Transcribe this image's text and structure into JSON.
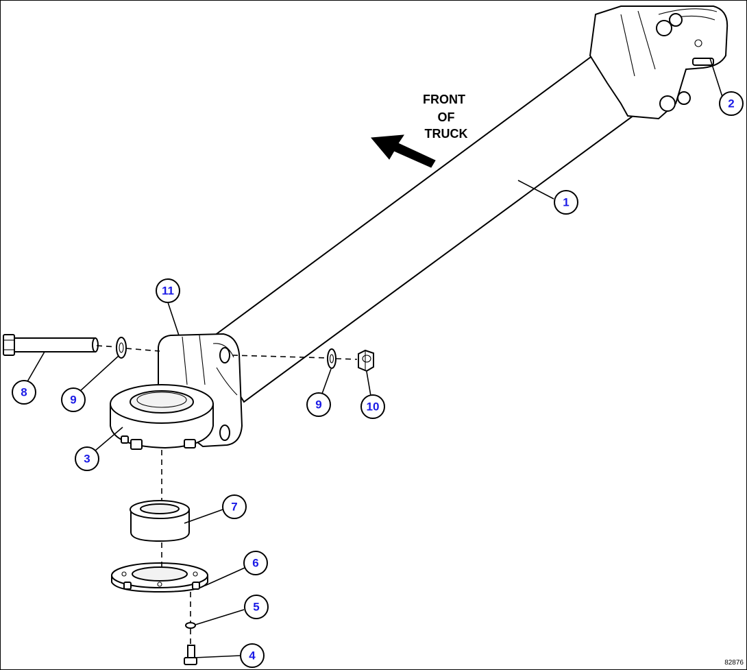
{
  "direction_label": {
    "line1": "FRONT",
    "line2": "OF",
    "line3": "TRUCK"
  },
  "figure_code": "82876",
  "callouts": [
    {
      "id": "c1",
      "label": "1"
    },
    {
      "id": "c2",
      "label": "2"
    },
    {
      "id": "c3",
      "label": "3"
    },
    {
      "id": "c4",
      "label": "4"
    },
    {
      "id": "c5",
      "label": "5"
    },
    {
      "id": "c6",
      "label": "6"
    },
    {
      "id": "c7",
      "label": "7"
    },
    {
      "id": "c8",
      "label": "8"
    },
    {
      "id": "c9a",
      "label": "9"
    },
    {
      "id": "c9b",
      "label": "9"
    },
    {
      "id": "c10",
      "label": "10"
    },
    {
      "id": "c11",
      "label": "11"
    }
  ]
}
